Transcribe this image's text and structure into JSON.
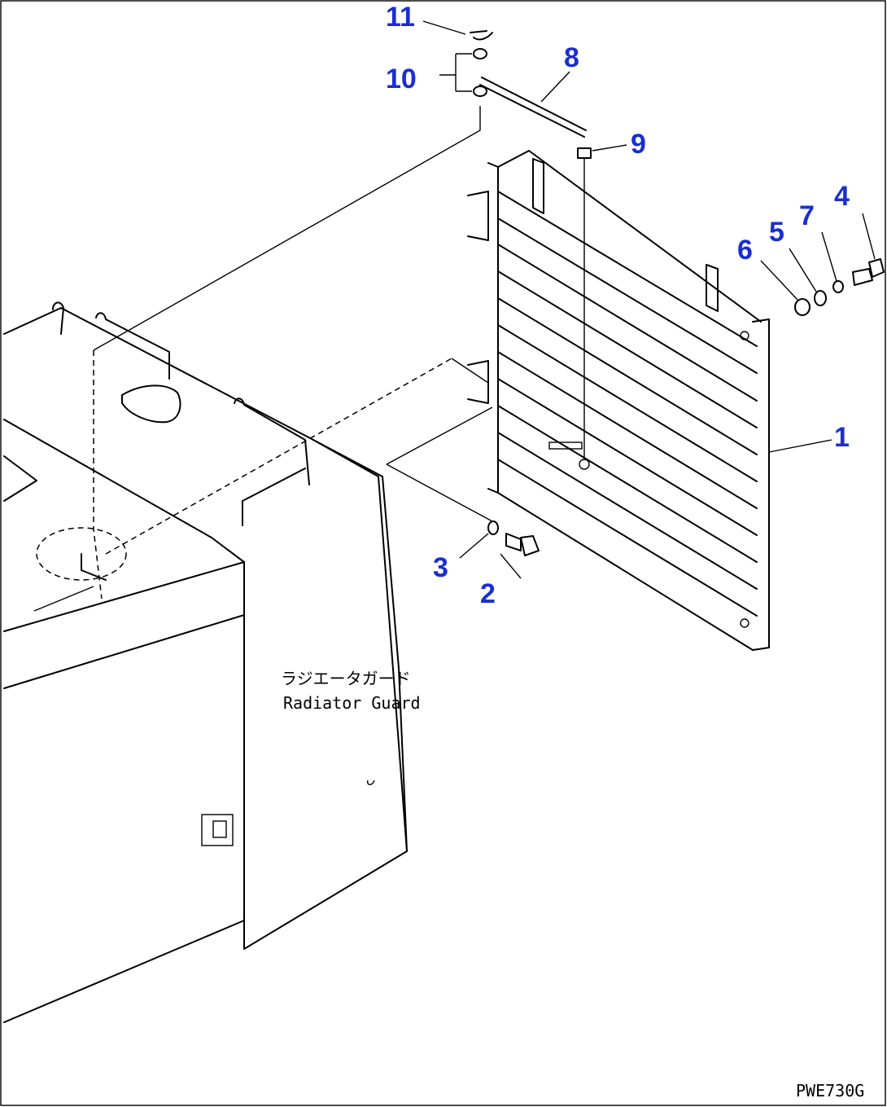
{
  "diagram": {
    "type": "exploded-parts-diagram",
    "callouts": [
      "1",
      "2",
      "3",
      "4",
      "5",
      "6",
      "7",
      "8",
      "9",
      "10",
      "11"
    ],
    "label_line1": "ラジエータガード",
    "label_line2": "Radiator Guard",
    "drawing_code": "PWE730G",
    "colors": {
      "callout": "#1a2fd0",
      "line": "#000000",
      "background": "#ffffff"
    }
  }
}
